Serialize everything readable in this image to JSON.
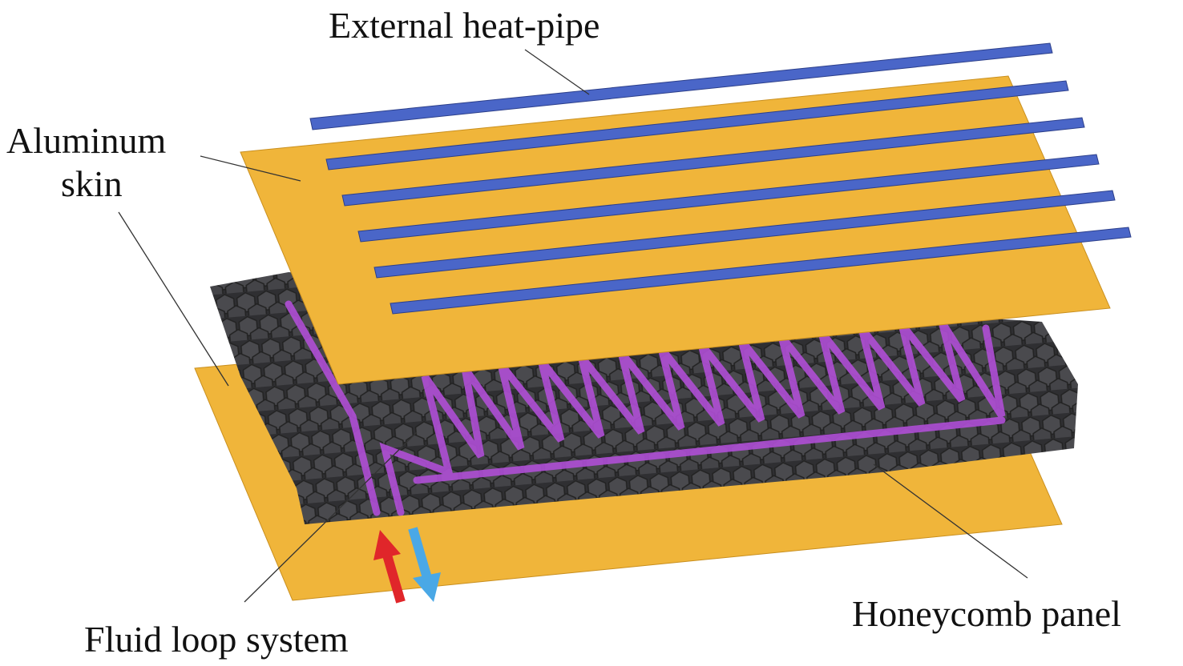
{
  "labels": {
    "heat_pipe": "External heat-pipe",
    "aluminum_line1": "Aluminum",
    "aluminum_line2": "skin",
    "fluid_loop": "Fluid loop system",
    "honeycomb": "Honeycomb panel"
  },
  "colors": {
    "skin": "#f0b53a",
    "heat_pipe": "#4a66c8",
    "honeycomb": "#3f3f42",
    "fluid": "#b04fd6",
    "inlet_arrow": "#e0262a",
    "outlet_arrow": "#4aa8e6"
  },
  "heat_pipe_count": 6
}
